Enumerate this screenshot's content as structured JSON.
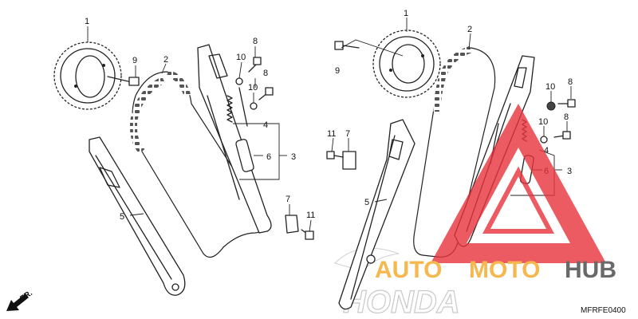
{
  "diagram": {
    "callouts_left": {
      "c1": "1",
      "c2": "2",
      "c3": "3",
      "c4": "4",
      "c5": "5",
      "c6": "6",
      "c7": "7",
      "c8a": "8",
      "c8b": "8",
      "c9": "9",
      "c10a": "10",
      "c10b": "10",
      "c11": "11"
    },
    "callouts_right": {
      "c1": "1",
      "c2": "2",
      "c3": "3",
      "c4": "4",
      "c5": "5",
      "c6": "6",
      "c7": "7",
      "c8a": "8",
      "c8b": "8",
      "c9": "9",
      "c10a": "10",
      "c10b": "10",
      "c11": "11"
    },
    "direction_label": "FR.",
    "diagram_code": "MFRFE0400"
  },
  "watermark": {
    "brand_part1": "AUTO",
    "brand_part2": "MOTO",
    "brand_part3": "HUB",
    "brand_colors": {
      "part1": "#f5a623",
      "part2": "#f5a623",
      "part3": "#444444"
    },
    "triangle_color": "#e8323c",
    "background_logo": "HONDA"
  }
}
